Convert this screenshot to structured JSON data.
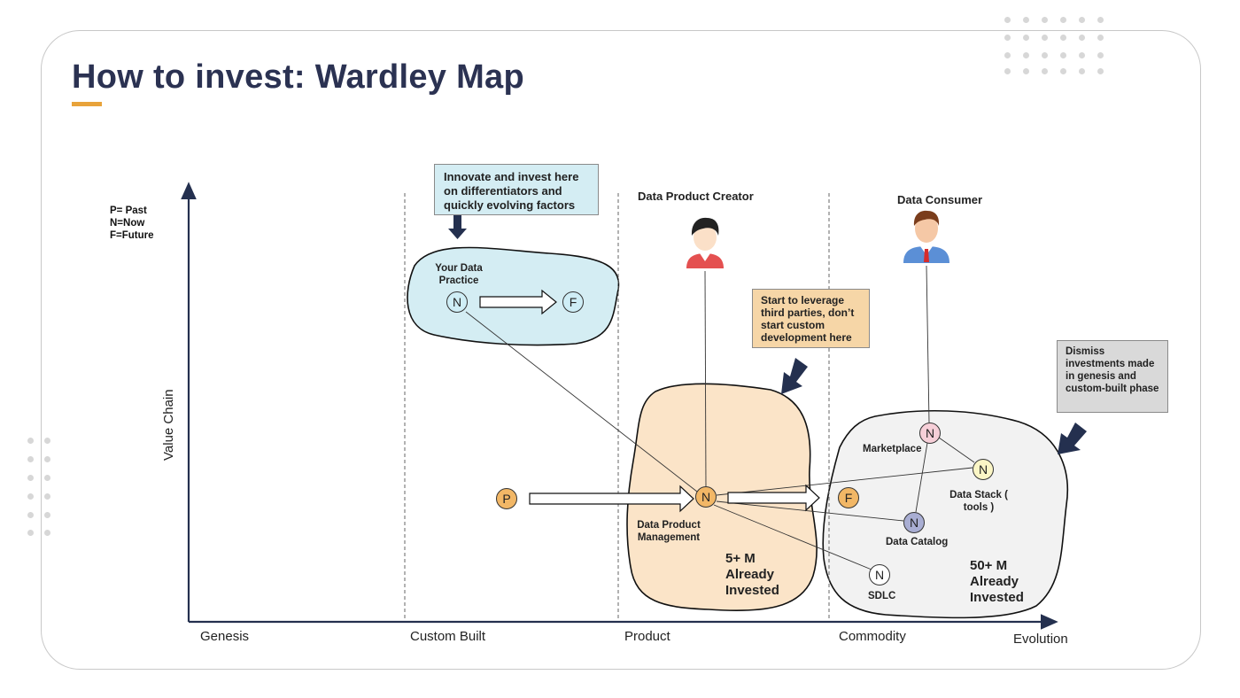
{
  "title": "How to invest: Wardley Map",
  "colors": {
    "title": "#2b3252",
    "accent": "#e8a33a",
    "blue_region": "#d4edf3",
    "orange_region": "#fbe4c8",
    "gray_region": "#f2f2f2",
    "node_blue": "#cfeef6",
    "node_orange": "#f2b766",
    "node_pink": "#f6cfd8",
    "node_yellow": "#fbf6c6",
    "node_purple": "#a9aed3",
    "node_white": "#ffffff",
    "arrow_dark": "#24304f"
  },
  "legend": [
    "P= Past",
    "N=Now",
    "F=Future"
  ],
  "axes": {
    "y_label": "Value Chain",
    "x_label": "Evolution",
    "stages": [
      "Genesis",
      "Custom Built",
      "Product",
      "Commodity"
    ]
  },
  "callouts": {
    "innovate": "Innovate and invest here on differentiators and quickly evolving factors",
    "leverage": "Start to leverage third parties, don’t start custom development here",
    "dismiss": "Dismiss investments made in genesis and custom-built phase"
  },
  "personas": {
    "creator": {
      "title": "Data Product Creator",
      "icon": "person-avatar-icon"
    },
    "consumer": {
      "title": "Data Consumer",
      "icon": "businessman-avatar-icon"
    }
  },
  "components": {
    "your_data_practice": "Your Data Practice",
    "data_product_management": "Data Product Management",
    "marketplace": "Marketplace",
    "data_stack": "Data Stack ( tools )",
    "data_catalog": "Data Catalog",
    "sdlc": "SDLC"
  },
  "nodes": {
    "practice_now": "N",
    "practice_future": "F",
    "past": "P",
    "dpm_now": "N",
    "future": "F",
    "marketplace": "N",
    "data_stack": "N",
    "data_catalog": "N",
    "sdlc": "N"
  },
  "investments": {
    "product": "5+ M Already Invested",
    "commodity": "50+ M Already Invested"
  }
}
